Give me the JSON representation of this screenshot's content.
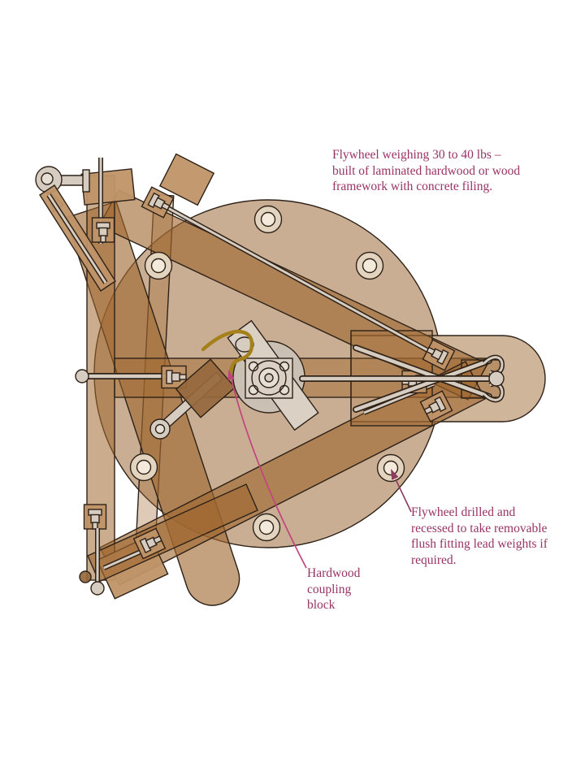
{
  "figure": {
    "kind": "technical-illustration",
    "subject": "flywheel and treadle crank mechanism, plan view"
  },
  "colors": {
    "bg": "#ffffff",
    "line": "#2E2218",
    "flywheel": "#C9AE93",
    "wood": "#A06830",
    "wood_plate": "#C09468",
    "paddle": "#CFB69B",
    "metal": "#D6CCC0",
    "metal_light": "#E6DFD5",
    "hub": "#CBC0B4",
    "flange": "#DAD0C4",
    "hole_outer": "#E3D4C0",
    "hole_inner": "#F3EADB",
    "dark_block": "#96683D",
    "hook": "#A5801B",
    "annotation_text": "#993366",
    "leader": "#8E3A5E",
    "leader_accent": "#C2447E"
  },
  "annotations": {
    "flywheel_weight": {
      "text": "Flywheel weighing 30 to 40 lbs –\nbuilt of laminated hardwood or wood\nframework with concrete filing."
    },
    "flywheel_drilled": {
      "text": "Flywheel drilled and\nrecessed to take removable\nflush fitting lead weights if\nrequired."
    },
    "coupling_block": {
      "text": "Hardwood\ncoupling\nblock"
    }
  }
}
